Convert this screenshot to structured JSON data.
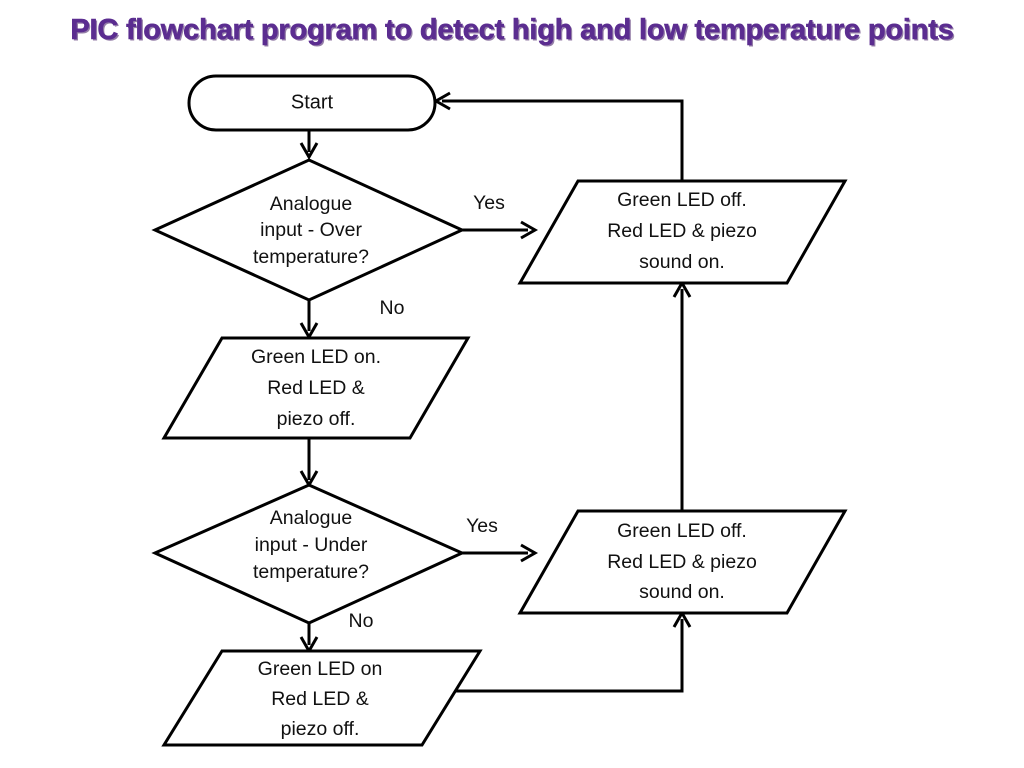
{
  "slide": {
    "title": "PIC flowchart program to detect high and low temperature points",
    "title_color": "#5B2D90",
    "background_color": "#FFFFFF",
    "line_color": "#000000",
    "text_color": "#111111"
  },
  "diagram": {
    "type": "flowchart",
    "nodes": {
      "start": {
        "shape": "terminator",
        "label": "Start"
      },
      "decision_over": {
        "shape": "decision",
        "line1": "Analogue",
        "line2": "input - Over",
        "line3": "temperature?"
      },
      "over_action": {
        "shape": "parallelogram",
        "line1": "Green LED off.",
        "line2": "Red LED & piezo",
        "line3": "sound on."
      },
      "normal_action_1": {
        "shape": "parallelogram",
        "line1": "Green LED on.",
        "line2": "Red LED &",
        "line3": "piezo off."
      },
      "decision_under": {
        "shape": "decision",
        "line1": "Analogue",
        "line2": "input - Under",
        "line3": "temperature?"
      },
      "under_action": {
        "shape": "parallelogram",
        "line1": "Green LED off.",
        "line2": "Red LED & piezo",
        "line3": "sound on."
      },
      "normal_action_2": {
        "shape": "parallelogram",
        "line1": "Green LED on",
        "line2": "Red LED &",
        "line3": "piezo off."
      }
    },
    "edge_labels": {
      "over_yes": "Yes",
      "over_no": "No",
      "under_yes": "Yes",
      "under_no": "No"
    }
  }
}
